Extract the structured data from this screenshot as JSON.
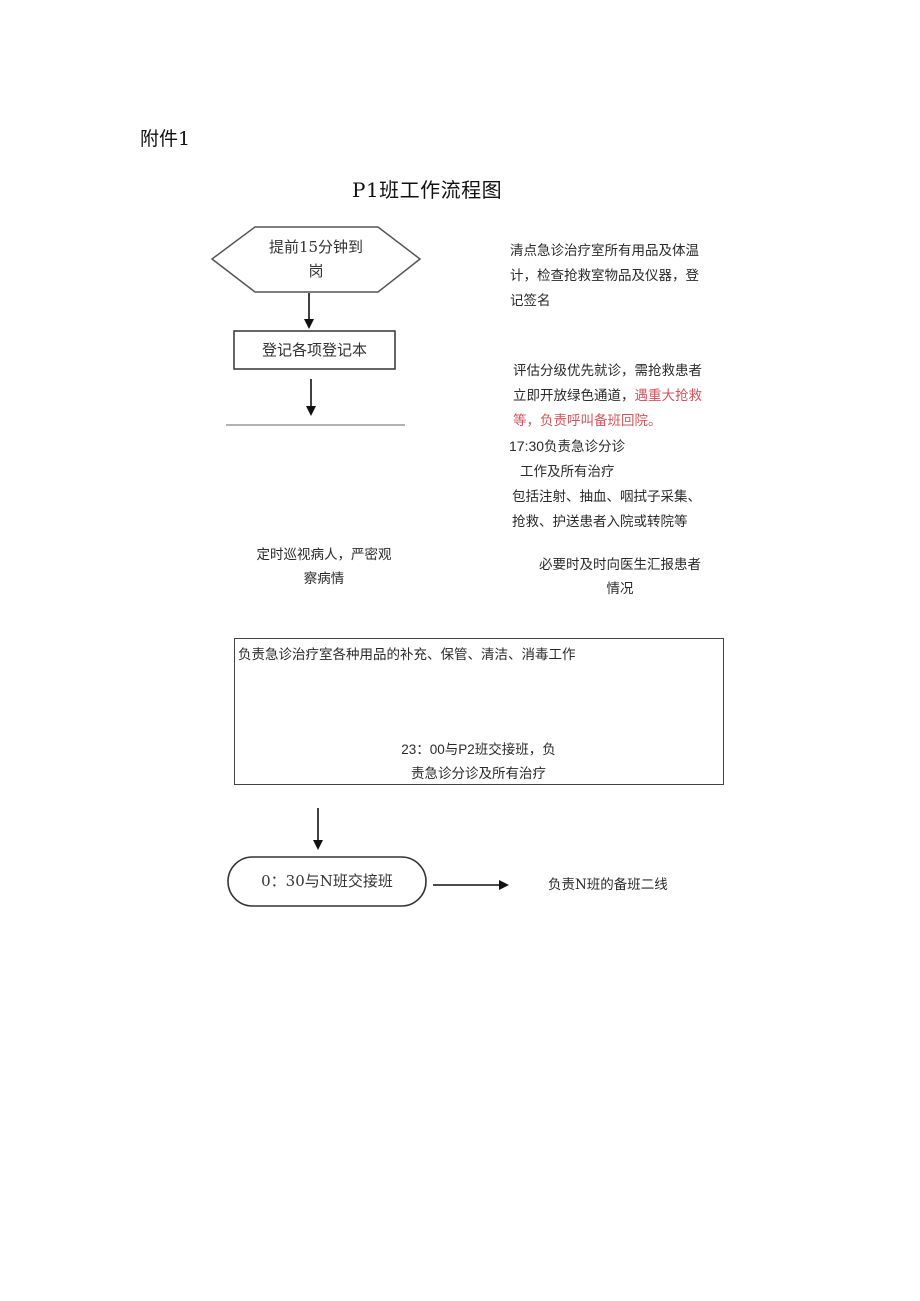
{
  "header": {
    "attachment_label": "附件1",
    "title": "P1班工作流程图"
  },
  "flowchart": {
    "start_node": {
      "shape": "hexagon",
      "line1": "提前15分钟到",
      "line2": "岗"
    },
    "register_node": {
      "shape": "rectangle",
      "label": "登记各项登记本"
    },
    "patrol_note": {
      "line1": "定时巡视病人，严密观",
      "line2": "察病情"
    },
    "supplies_box": {
      "top_line": "负责急诊治疗室各种用品的补充、保管、清洁、消毒工作",
      "line1": "23：00与P2班交接班，负",
      "line2": "责急诊分诊及所有治疗"
    },
    "handover_node": {
      "shape": "rounded",
      "label": "0：30与N班交接班"
    },
    "handover_result": "负责N班的备班二线"
  },
  "side_notes": {
    "checklist": {
      "line1": "清点急诊治疗室所有用品及体温",
      "line2": "计，检查抢救室物品及仪器，登",
      "line3": "记签名"
    },
    "triage": {
      "line1": "评估分级优先就诊，需抢救患者",
      "line2_black": "立即开放绿色通道，",
      "line2_red": "遇重大抢救",
      "line3_red": "等，负责呼叫备班回院。"
    },
    "duty": {
      "line1_time": "17:30",
      "line1_text": "负责急诊分诊",
      "line2": "工作及所有治疗",
      "line3": "包括注射、抽血、咽拭子采集、",
      "line4": "抢救、护送患者入院或转院等"
    },
    "report": {
      "line1": "必要时及时向医生汇报患者",
      "line2": "情况"
    }
  },
  "colors": {
    "highlight_red": "#d0545c",
    "line": "#222222"
  }
}
